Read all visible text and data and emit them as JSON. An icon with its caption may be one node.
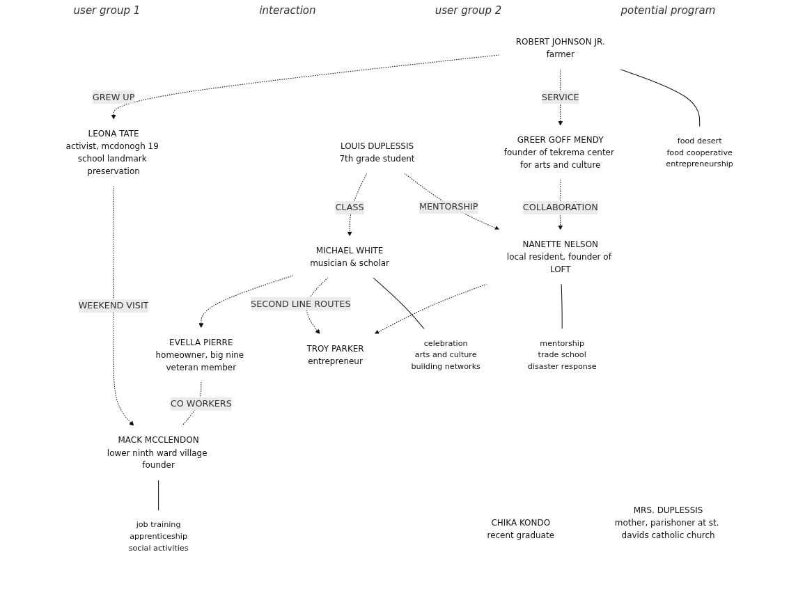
{
  "diagram": {
    "nodes": [
      {
        "text": [
          "LEONA TATE",
          "activist, mcdonogh 19 school landmark preservation"
        ]
      },
      {
        "text": [
          "LOUIS DUPLESSIS",
          "7th grade student"
        ]
      },
      {
        "text": [
          "MRS. DUPLESSIS",
          "mother, parishoner at st. davids catholic church"
        ]
      },
      {
        "text": [
          "GREER GOFF MENDY",
          "founder of tekrema center for arts and culture"
        ]
      },
      {
        "text": [
          "EVELLA PIERRE",
          "homeowner, big nine veteran member"
        ]
      },
      {
        "text": [
          "TROY PARKER",
          "entrepreneur"
        ]
      },
      {
        "text": [
          "ROBERT JOHNSON JR.",
          "farmer"
        ]
      },
      {
        "text": [
          "MICHAEL WHITE",
          "musician & scholar"
        ]
      },
      {
        "text": [
          "NANETTE NELSON",
          "local resident, founder of LOFT"
        ]
      },
      {
        "text": [
          "MACK MCCLENDON",
          "lower ninth ward village founder"
        ]
      },
      {
        "text": [
          "CHIKA KONDO",
          "recent graduate"
        ]
      },
      {
        "text": [
          "food desert",
          "food cooperative",
          "entrepreneurship"
        ]
      },
      {
        "text": [
          "celebration",
          "arts and culture",
          "building networks"
        ]
      },
      {
        "text": [
          "mentorship",
          "trade school",
          "disaster response"
        ]
      },
      {
        "text": [
          "job training",
          "apprenticeship",
          "social activities"
        ]
      }
    ],
    "edges": [
      {
        "from": 6,
        "to": 0,
        "arrow": "to",
        "label": "GREW UP",
        "style": "dashed"
      },
      {
        "from": 0,
        "to": 9,
        "arrow": "to",
        "label": "WEEKEND VISIT",
        "style": "dashed"
      },
      {
        "from": 1,
        "to": 7,
        "arrow": "to",
        "label": "CLASS",
        "style": "dashed"
      },
      {
        "from": 1,
        "to": 8,
        "arrow": "to",
        "label": "MENTORSHIP",
        "style": "dashed"
      },
      {
        "from": 6,
        "to": 3,
        "arrow": "to",
        "label": "SERVICE",
        "style": "dashed"
      },
      {
        "from": 3,
        "to": 8,
        "arrow": "to",
        "label": "COLLABORATION",
        "style": "dashed"
      },
      {
        "from": 7,
        "to": 4,
        "arrow": "to",
        "style": "dashed"
      },
      {
        "from": 4,
        "to": 9,
        "arrow": "none",
        "label": "CO WORKERS",
        "style": "dashed"
      },
      {
        "from": 7,
        "to": 5,
        "arrow": "to",
        "label": "SECOND LINE ROUTES",
        "style": "dashed"
      },
      {
        "from": 8,
        "to": 5,
        "arrow": "to",
        "style": "dashed"
      },
      {
        "from": 6,
        "to": 11,
        "arrow": "none"
      },
      {
        "from": 7,
        "to": 12,
        "arrow": "none"
      },
      {
        "from": 8,
        "to": 13,
        "arrow": "none"
      },
      {
        "from": 9,
        "to": 14,
        "arrow": "none"
      }
    ],
    "labels": [
      "user group 1",
      "interaction",
      "user group 2",
      "potential program"
    ]
  }
}
